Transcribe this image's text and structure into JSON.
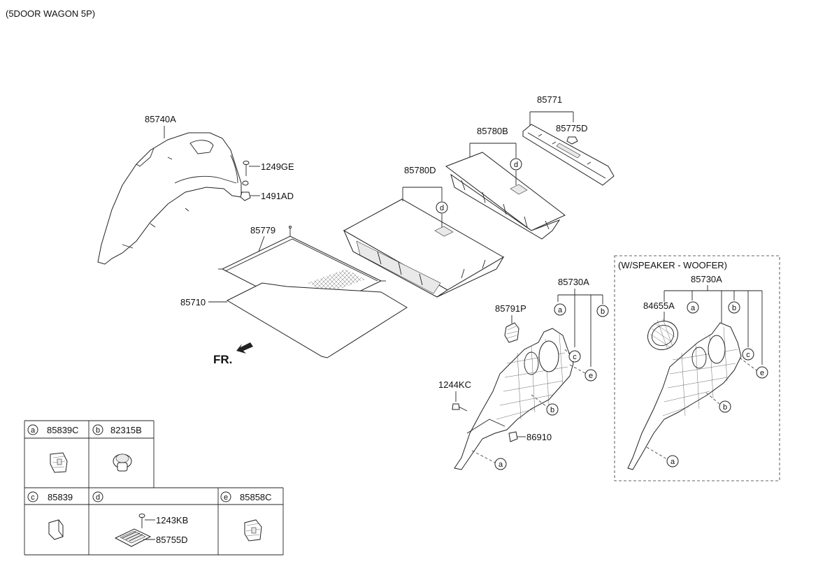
{
  "variant": "(5DOOR WAGON 5P)",
  "fr_label": "FR.",
  "parts": {
    "p85740A": "85740A",
    "p1249GE": "1249GE",
    "p1491AD": "1491AD",
    "p85779": "85779",
    "p85710": "85710",
    "p85780D": "85780D",
    "p85780B": "85780B",
    "p85771": "85771",
    "p85775D": "85775D",
    "p85730A": "85730A",
    "p85791P": "85791P",
    "p1244KC": "1244KC",
    "p86910": "86910",
    "p84655A": "84655A",
    "p85730A_w": "85730A"
  },
  "woofer_box_title": "(W/SPEAKER - WOOFER)",
  "callouts": {
    "a": "a",
    "b": "b",
    "c": "c",
    "d": "d",
    "e": "e"
  },
  "legend": {
    "a": {
      "letter": "a",
      "part": "85839C"
    },
    "b": {
      "letter": "b",
      "part": "82315B"
    },
    "c": {
      "letter": "c",
      "part": "85839"
    },
    "d": {
      "letter": "d",
      "part1": "1243KB",
      "part2": "85755D"
    },
    "e": {
      "letter": "e",
      "part": "85858C"
    }
  }
}
